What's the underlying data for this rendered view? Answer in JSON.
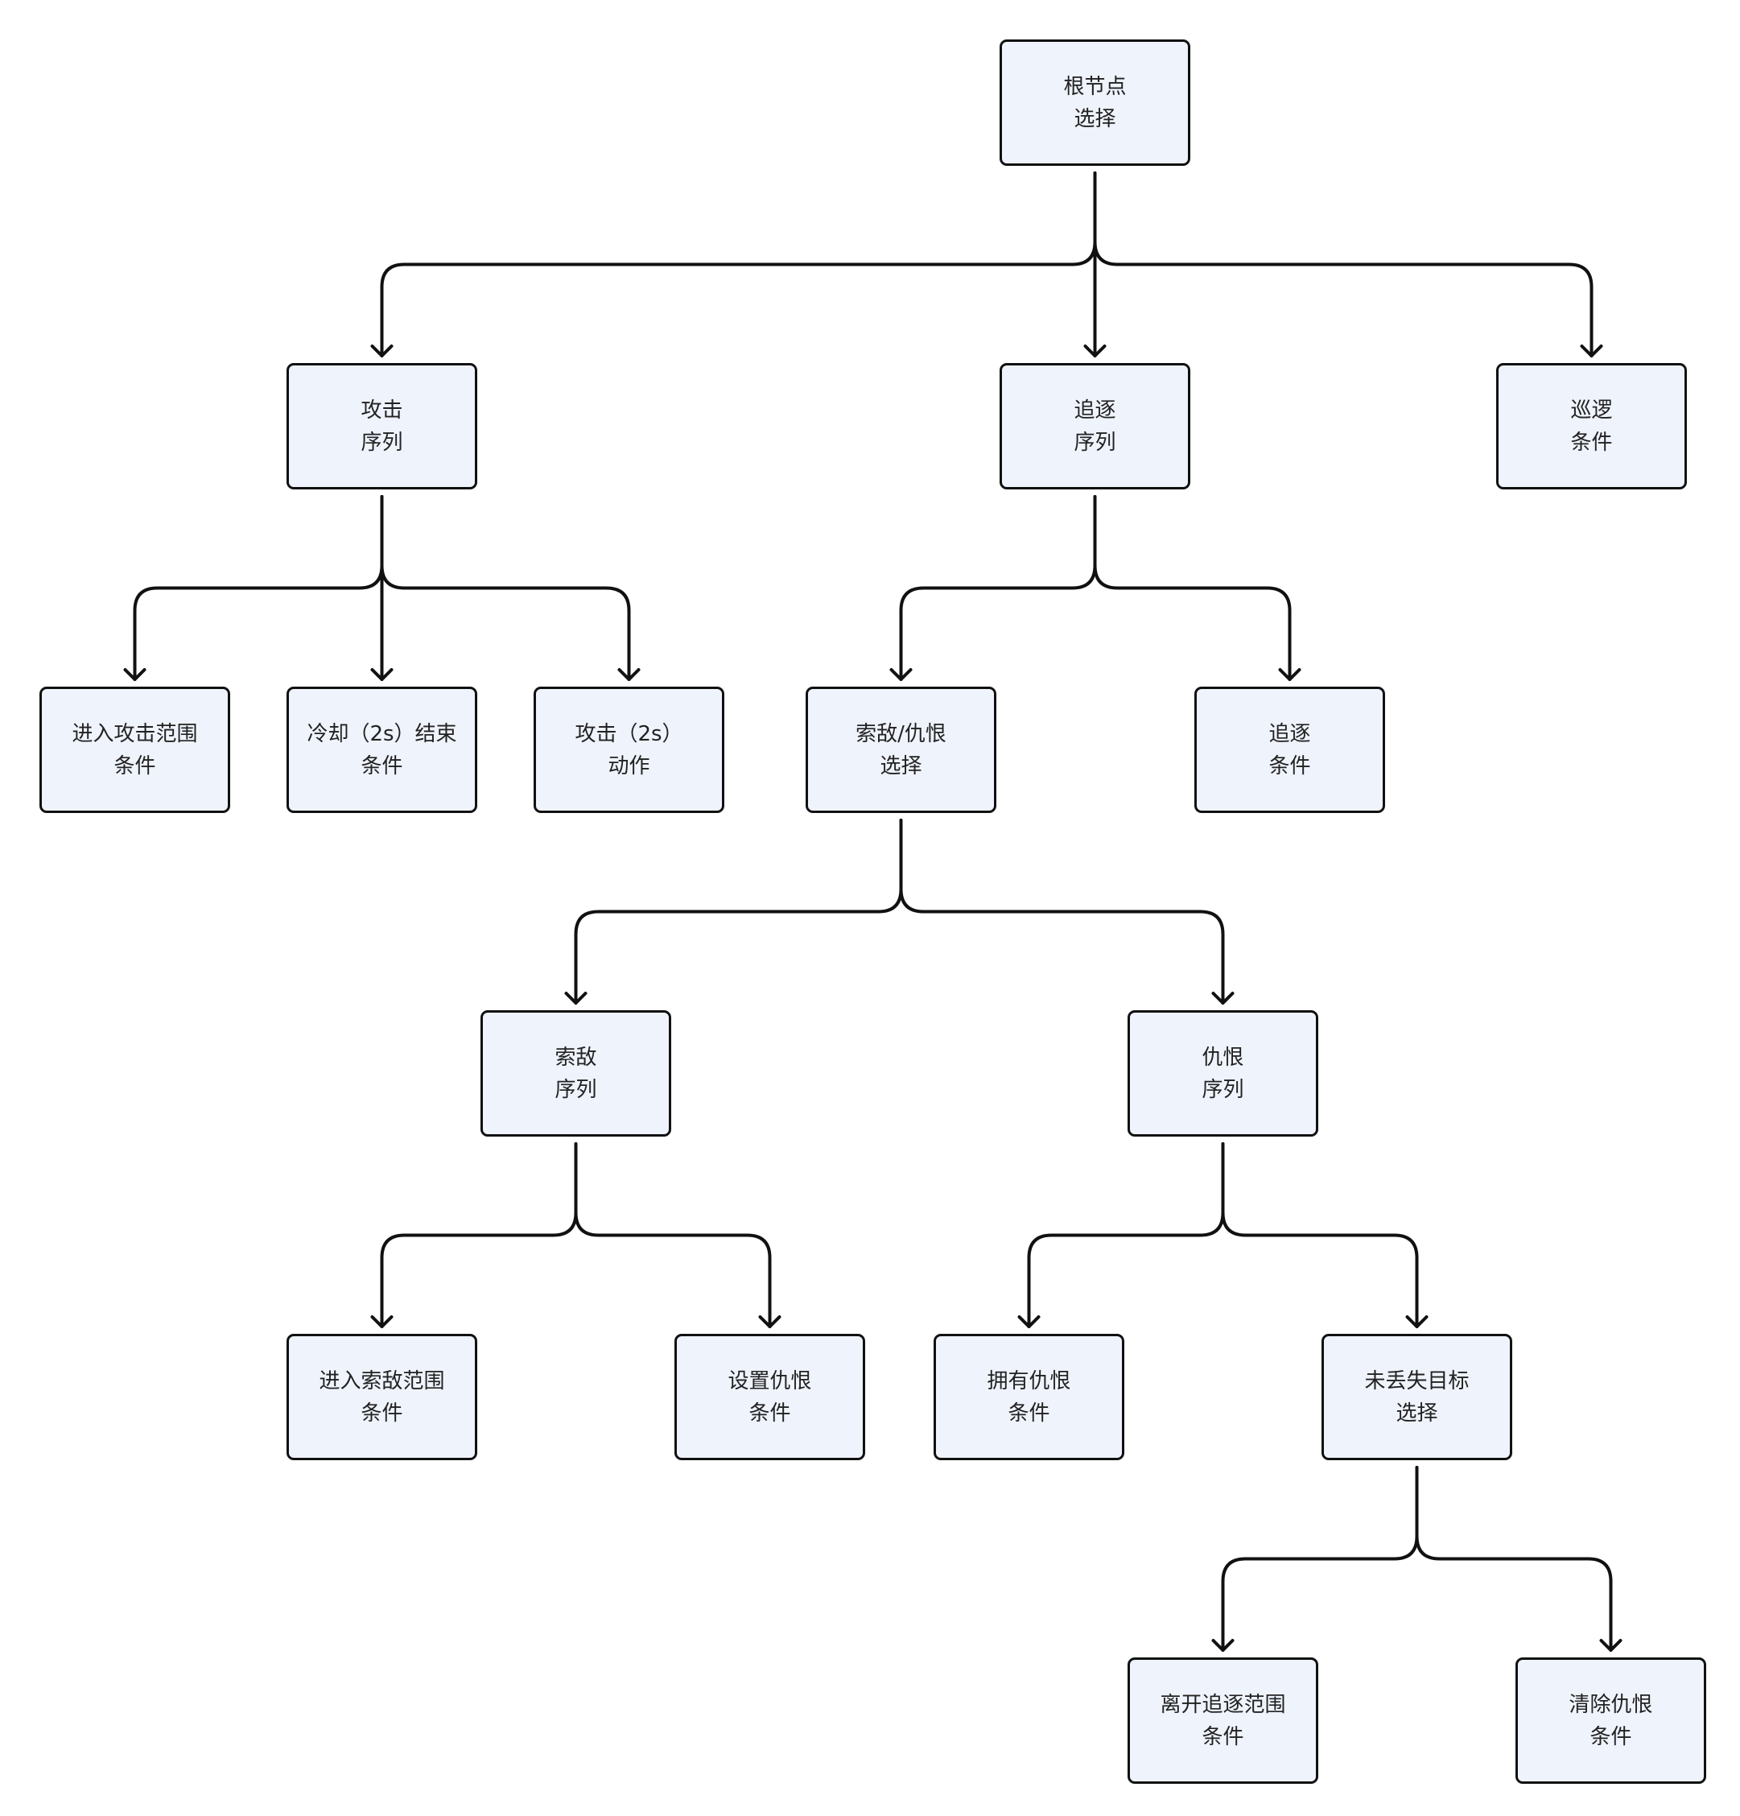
{
  "colors": {
    "node_fill": "#eff3fc",
    "node_border": "#111111",
    "edge": "#111111",
    "text": "#222222"
  },
  "nodes": {
    "root": {
      "title": "根节点",
      "type": "选择"
    },
    "attack_seq": {
      "title": "攻击",
      "type": "序列"
    },
    "chase_seq": {
      "title": "追逐",
      "type": "序列"
    },
    "patrol": {
      "title": "巡逻",
      "type": "条件"
    },
    "enter_attack": {
      "title": "进入攻击范围",
      "type": "条件"
    },
    "cooldown": {
      "title": "冷却（2s）结束",
      "type": "条件"
    },
    "attack_action": {
      "title": "攻击（2s）",
      "type": "动作"
    },
    "search_hate": {
      "title": "索敌/仇恨",
      "type": "选择"
    },
    "chase_cond": {
      "title": "追逐",
      "type": "条件"
    },
    "search_seq": {
      "title": "索敌",
      "type": "序列"
    },
    "hate_seq": {
      "title": "仇恨",
      "type": "序列"
    },
    "enter_search": {
      "title": "进入索敌范围",
      "type": "条件"
    },
    "set_hate": {
      "title": "设置仇恨",
      "type": "条件"
    },
    "has_hate": {
      "title": "拥有仇恨",
      "type": "条件"
    },
    "not_lost": {
      "title": "未丢失目标",
      "type": "选择"
    },
    "leave_chase": {
      "title": "离开追逐范围",
      "type": "条件"
    },
    "clear_hate": {
      "title": "清除仇恨",
      "type": "条件"
    }
  },
  "edges": [
    [
      "root",
      "attack_seq"
    ],
    [
      "root",
      "chase_seq"
    ],
    [
      "root",
      "patrol"
    ],
    [
      "attack_seq",
      "enter_attack"
    ],
    [
      "attack_seq",
      "cooldown"
    ],
    [
      "attack_seq",
      "attack_action"
    ],
    [
      "chase_seq",
      "search_hate"
    ],
    [
      "chase_seq",
      "chase_cond"
    ],
    [
      "search_hate",
      "search_seq"
    ],
    [
      "search_hate",
      "hate_seq"
    ],
    [
      "search_seq",
      "enter_search"
    ],
    [
      "search_seq",
      "set_hate"
    ],
    [
      "hate_seq",
      "has_hate"
    ],
    [
      "hate_seq",
      "not_lost"
    ],
    [
      "not_lost",
      "leave_chase"
    ],
    [
      "not_lost",
      "clear_hate"
    ]
  ]
}
